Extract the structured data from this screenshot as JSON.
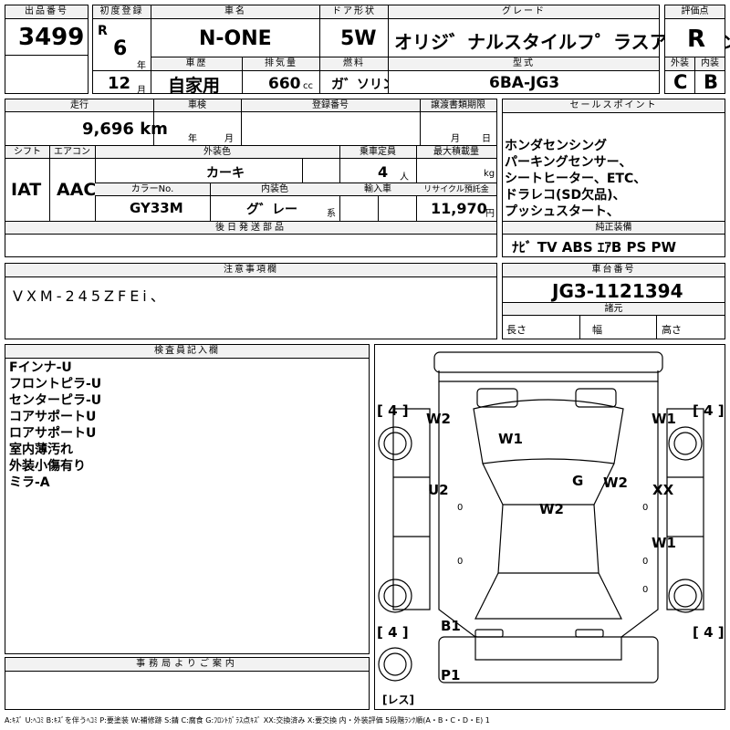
{
  "header": {
    "lot_label": "出品番号",
    "lot": "3499",
    "first_reg_label": "初度登録",
    "era": "R",
    "year": "6",
    "year_unit": "年",
    "month": "12",
    "month_unit": "月",
    "car_label": "車名",
    "car": "N-ONE",
    "door_label": "ドア形状",
    "door": "5W",
    "grade_label": "グレード",
    "grade": "オリジ゛ナルスタイルフ゜ラスアーハ゛ン",
    "score_label": "評価点",
    "score": "R",
    "history_label": "車歴",
    "history": "自家用",
    "disp_label": "排気量",
    "disp": "660",
    "disp_unit": "cc",
    "fuel_label": "燃料",
    "fuel": "ガ゛ソリン",
    "model_label": "型式",
    "model": "6BA-JG3",
    "ext_label": "外装",
    "ext": "C",
    "int_label": "内装",
    "int": "B"
  },
  "row2": {
    "mileage_label": "走行",
    "mileage": "9,696 km",
    "inspect_label": "車検",
    "inspect_year": "年",
    "inspect_month": "月",
    "regno_label": "登録番号",
    "transfer_label": "譲渡書類期限",
    "transfer_month": "月",
    "transfer_day": "日",
    "shift_label": "シフト",
    "shift": "IAT",
    "ac_label": "エアコン",
    "ac": "AAC",
    "color_label": "外装色",
    "color": "カーキ",
    "seat_label": "乗車定員",
    "seat": "4",
    "seat_unit": "人",
    "load_label": "最大積載量",
    "load_unit": "kg",
    "colorno_label": "カラーNo.",
    "colorno": "GY33M",
    "intcolor_label": "内装色",
    "intcolor": "グ゛レー",
    "intcolor_unit": "系",
    "import_label": "輸入車",
    "recycle_label": "リサイクル預託金",
    "recycle": "11,970",
    "recycle_unit": "円",
    "later_label": "後日発送部品"
  },
  "sales": {
    "label": "セールスポイント",
    "lines": [
      "ホンダセンシング",
      "パーキングセンサー、",
      "シートヒーター、ETC、",
      "ドラレコ(SD欠品)、",
      "プッシュスタート、"
    ]
  },
  "equip": {
    "label": "純正装備",
    "value": "ﾅﾋﾞ TV ABS ｴｱB PS PW"
  },
  "caution": {
    "label": "注意事項欄",
    "value": "VXM-245ZFEi、"
  },
  "chassis": {
    "label": "車台番号",
    "value": "JG3-1121394",
    "dims_label": "諸元",
    "len": "長さ",
    "wid": "幅",
    "hei": "高さ"
  },
  "inspector": {
    "label": "検査員記入欄",
    "lines": [
      "Fインナ-U",
      "フロントピラ-U",
      "センターピラ-U",
      "コアサポートU",
      "ロアサポートU",
      "室内薄汚れ",
      "外装小傷有り",
      "ミラ-A"
    ]
  },
  "office": {
    "label": "事務局よりご案内"
  },
  "diagram": {
    "tyre_fl": "4",
    "tyre_fr": "4",
    "tyre_rl": "4",
    "tyre_rr": "4",
    "marks": {
      "w2_left": "W2",
      "w1_right_top": "W1",
      "w1_hood": "W1",
      "g": "G",
      "w2_a": "W2",
      "w2_roof": "W2",
      "u2": "U2",
      "xx": "XX",
      "w1_right_low": "W1",
      "b1": "B1",
      "p1": "P1",
      "zero1": "0",
      "zero2": "0",
      "zero3": "0",
      "zero4": "0",
      "zero5": "0"
    },
    "reserve": "レス"
  },
  "legend": "A:ｷｽﾞ U:ﾍｺﾐ B:ｷｽﾞを伴うﾍｺﾐ P:要塗装 W:補修跡 S:錆 C:腐食 G:ﾌﾛﾝﾄｶﾞﾗｽ点ｷｽﾞ XX:交換済み X:要交換 内・外装評価 5段階ﾗﾝｸ順(A・B・C・D・E) 1"
}
